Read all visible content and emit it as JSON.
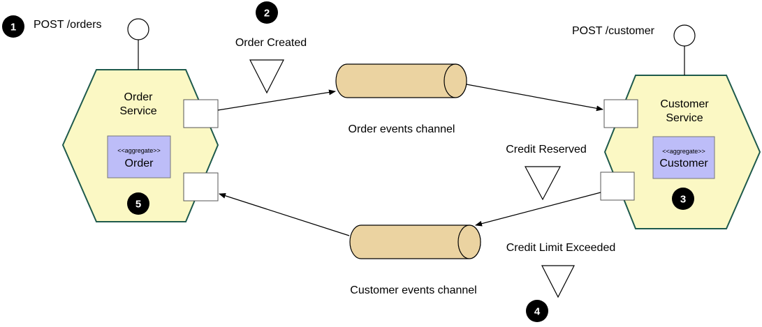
{
  "labels": {
    "post_orders": "POST /orders",
    "post_customer": "POST /customer",
    "order_created": "Order Created",
    "credit_reserved": "Credit Reserved",
    "credit_limit_exceeded": "Credit Limit Exceeded",
    "order_events_channel": "Order events channel",
    "customer_events_channel": "Customer events channel"
  },
  "order_service": {
    "title_line1": "Order",
    "title_line2": "Service",
    "aggregate_stereotype": "<<aggregate>>",
    "aggregate_name": "Order"
  },
  "customer_service": {
    "title_line1": "Customer",
    "title_line2": "Service",
    "aggregate_stereotype": "<<aggregate>>",
    "aggregate_name": "Customer"
  },
  "steps": {
    "s1": "1",
    "s2": "2",
    "s3": "3",
    "s4": "4",
    "s5": "5"
  },
  "colors": {
    "hexagon_fill": "#FBF8C4",
    "hexagon_stroke": "#1E5A4C",
    "aggregate_fill": "#BDBDF8",
    "channel_fill": "#EBD3A1",
    "step_circle": "#000000"
  }
}
